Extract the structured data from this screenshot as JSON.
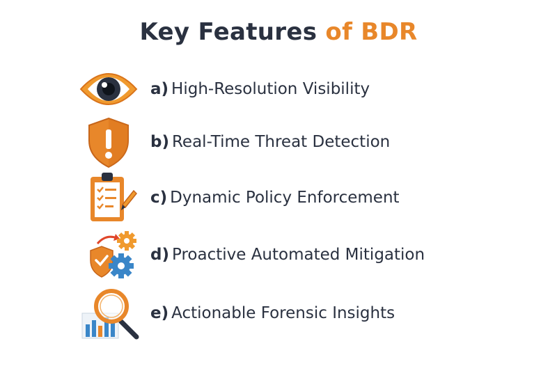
{
  "title": {
    "part1": "Key Features",
    "part2": "of BDR"
  },
  "features": [
    {
      "letter": "a)",
      "text": "High-Resolution Visibility",
      "icon": "eye-icon"
    },
    {
      "letter": "b)",
      "text": "Real-Time Threat Detection",
      "icon": "shield-alert-icon"
    },
    {
      "letter": "c)",
      "text": "Dynamic Policy Enforcement",
      "icon": "clipboard-checklist-icon"
    },
    {
      "letter": "d)",
      "text": "Proactive Automated Mitigation",
      "icon": "shield-gears-icon"
    },
    {
      "letter": "e)",
      "text": "Actionable Forensic Insights",
      "icon": "magnifier-chart-icon"
    }
  ],
  "colors": {
    "text": "#2a3140",
    "accent": "#e8872a",
    "blue": "#3a86c8"
  }
}
